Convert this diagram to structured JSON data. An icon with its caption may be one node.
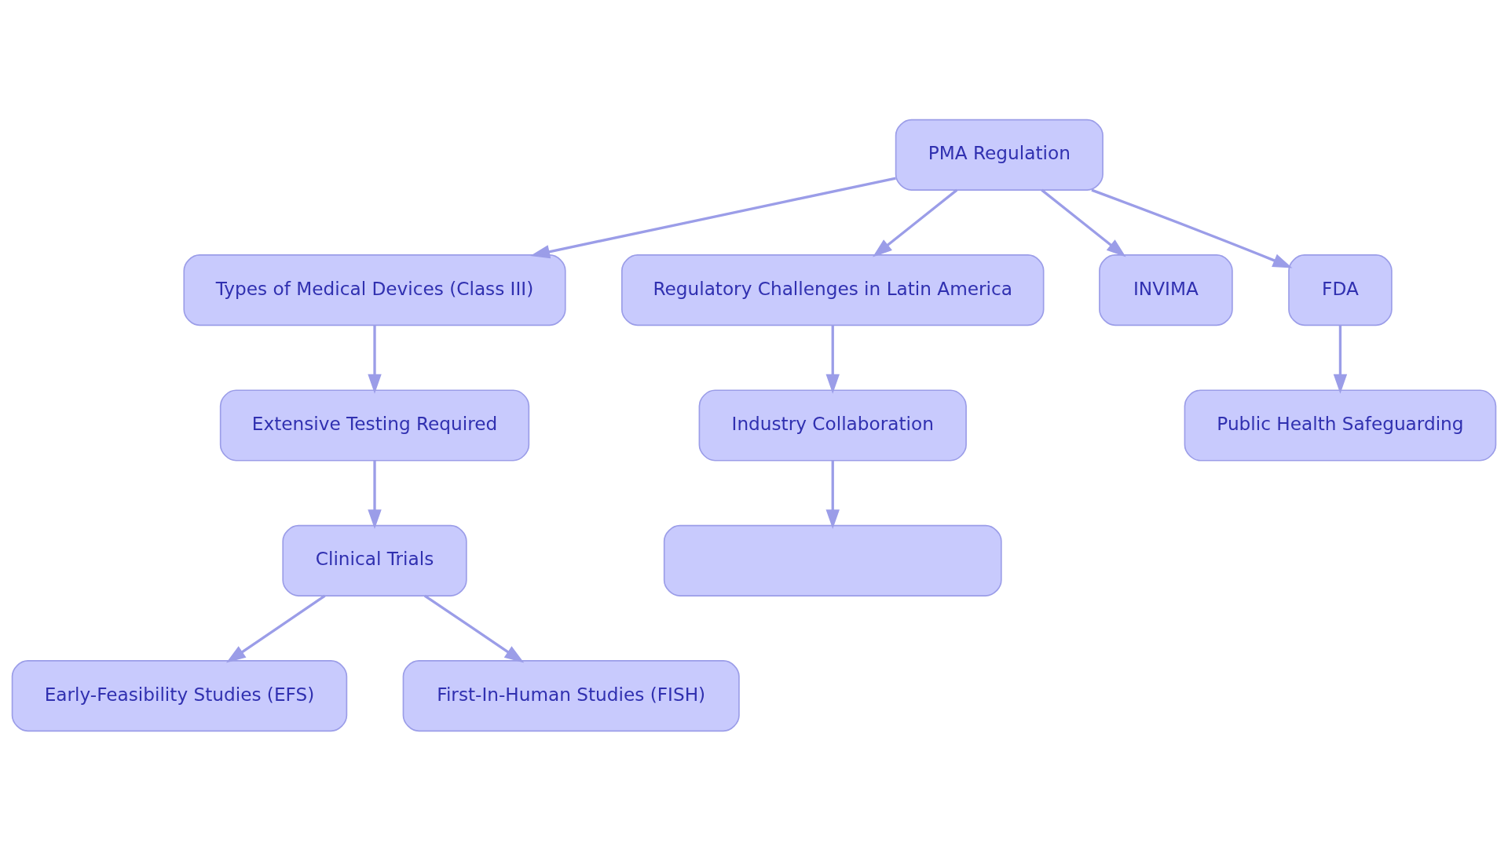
{
  "diagram": {
    "nodes": [
      {
        "text": [
          "PMA Regulation"
        ]
      },
      {
        "text": [
          "Types of Medical Devices (Class III)"
        ]
      },
      {
        "text": [
          "Regulatory Challenges in Latin America"
        ]
      },
      {
        "text": [
          "INVIMA"
        ]
      },
      {
        "text": [
          "FDA"
        ]
      },
      {
        "text": [
          "Extensive Testing Required"
        ]
      },
      {
        "text": [
          "Industry Collaboration"
        ]
      },
      {
        "text": [
          "Public Health Safeguarding"
        ]
      },
      {
        "text": [
          "Clinical Trials"
        ]
      },
      {
        "text": [],
        "shape": "box"
      },
      {
        "text": [
          "Early-Feasibility Studies (EFS)"
        ]
      },
      {
        "text": [
          "First-In-Human Studies (FISH)"
        ]
      }
    ],
    "edges": [
      {
        "from": 0,
        "to": 1,
        "arrow": "to"
      },
      {
        "from": 0,
        "to": 2,
        "arrow": "to"
      },
      {
        "from": 0,
        "to": 3,
        "arrow": "to"
      },
      {
        "from": 0,
        "to": 4,
        "arrow": "to"
      },
      {
        "from": 1,
        "to": 5,
        "arrow": "to"
      },
      {
        "from": 2,
        "to": 6,
        "arrow": "to"
      },
      {
        "from": 4,
        "to": 7,
        "arrow": "to"
      },
      {
        "from": 5,
        "to": 8,
        "arrow": "to"
      },
      {
        "from": 6,
        "to": 9,
        "arrow": "to"
      },
      {
        "from": 8,
        "to": 10,
        "arrow": "to"
      },
      {
        "from": 8,
        "to": 11,
        "arrow": "to"
      }
    ]
  }
}
